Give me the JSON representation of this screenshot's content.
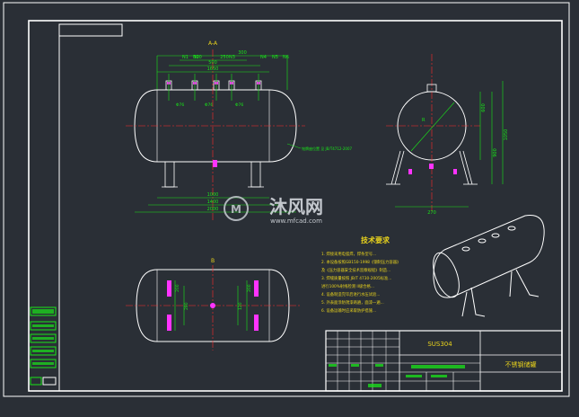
{
  "colors": {
    "background": "#2a2f36",
    "frame": "#ffffff",
    "green": "#19e619",
    "dim_green": "#22cc22",
    "red": "#ff2a2a",
    "yellow": "#e8d21c",
    "magenta": "#ff33ff",
    "cyan": "#22d3ee"
  },
  "front_view": {
    "section_label": "A-A",
    "nozzle_labels": [
      "N1",
      "N2",
      "N3",
      "N4",
      "N5",
      "N6"
    ],
    "dims_top": [
      "1650",
      "500",
      "300",
      "250",
      "300"
    ],
    "dims_body": [
      "Φ76",
      "Φ76",
      "Φ76"
    ],
    "dims_bottom": [
      "1000",
      "1400",
      "2000"
    ],
    "leader_note": "铭牌座位置 见 JB/T4712-2007"
  },
  "side_view": {
    "dims": [
      "600",
      "900",
      "1050",
      "R"
    ],
    "dims_bottom": [
      "270"
    ]
  },
  "plan_view": {
    "label": "B",
    "dims": [
      "200",
      "280",
      "120",
      "200"
    ]
  },
  "technical_requirements": {
    "title": "技术要求",
    "items": [
      "1. 焊接采用电弧焊，焊条型号...",
      "2. 本设备按照GB150-1998《钢制压力容器》",
      "及《压力容器安全技术监察规程》制造...",
      "3. 焊缝质量按照 JB/T 4730-2005标准...",
      "   进行100%射线检测 II级合格...",
      "4. 设备制造完毕后进行水压试验...",
      "5. 外表面涂防锈漆两遍，面漆一遍...",
      "6. 设备运输时应采取防护措施..."
    ]
  },
  "title_block": {
    "material": "SUS304",
    "drawing_name": "不锈钢储罐"
  },
  "watermark": {
    "text": "沐风网",
    "url": "www.mfcad.com"
  }
}
